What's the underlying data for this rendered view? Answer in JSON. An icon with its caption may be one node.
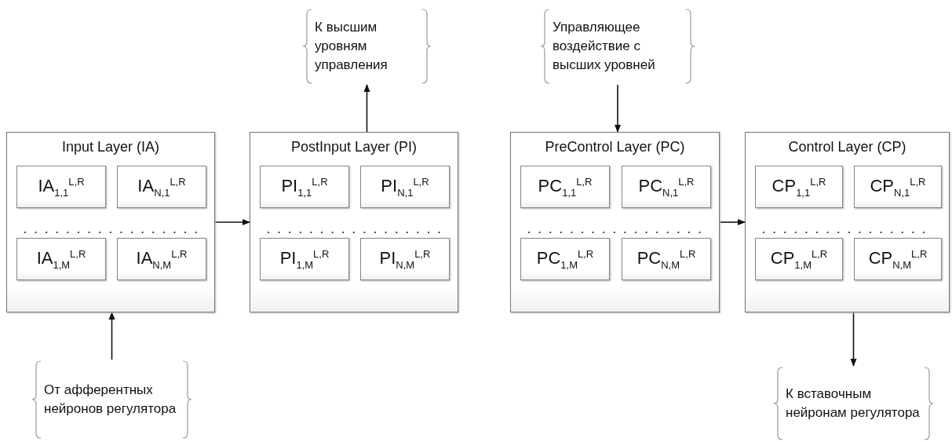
{
  "diagram": {
    "nodes": [
      {
        "text": [
          "К высшим уровням управления"
        ]
      },
      {
        "text": [
          "Управляющее воздействие с высших уровней"
        ]
      },
      {
        "text": [
          "Input Layer (IA)"
        ]
      },
      {
        "text": [
          "IA$_{1,1}$$^{L,R}$"
        ],
        "in": 2
      },
      {
        "text": [
          "IA$_{N,1}$$^{L,R}$"
        ],
        "in": 2
      },
      {
        "text": [
          "IA$_{1,M}$$^{L,R}$"
        ],
        "in": 2
      },
      {
        "text": [
          "IA$_{N,M}$$^{L,R}$"
        ],
        "in": 2
      },
      {
        "text": [
          "PostInput Layer (PI)"
        ]
      },
      {
        "text": [
          "PI$_{1,1}$$^{L,R}$"
        ],
        "in": 7
      },
      {
        "text": [
          "PI$_{N,1}$$^{L,R}$"
        ],
        "in": 7
      },
      {
        "text": [
          "PI$_{1,M}$$^{L,R}$"
        ],
        "in": 7
      },
      {
        "text": [
          "PI$_{N,M}$$^{L,R}$"
        ],
        "in": 7
      },
      {
        "text": [
          "PreControl Layer (PC)"
        ]
      },
      {
        "text": [
          "PC$_{1,1}$$^{L,R}$"
        ],
        "in": 12
      },
      {
        "text": [
          "PC$_{N,1}$$^{L,R}$"
        ],
        "in": 12
      },
      {
        "text": [
          "PC$_{1,M}$$^{L,R}$"
        ],
        "in": 12
      },
      {
        "text": [
          "PC$_{N,M}$$^{L,R}$"
        ],
        "in": 12
      },
      {
        "text": [
          "Control Layer (CP)"
        ]
      },
      {
        "text": [
          "CP$_{1,1}$$^{L,R}$"
        ],
        "in": 17
      },
      {
        "text": [
          "CP$_{N,1}$$^{L,R}$"
        ],
        "in": 17
      },
      {
        "text": [
          "CP$_{1,M}$$^{L,R}$"
        ],
        "in": 17
      },
      {
        "text": [
          "CP$_{N,M}$$^{L,R}$"
        ],
        "in": 17
      },
      {
        "text": [
          "От афферентных нейронов регулятора"
        ]
      },
      {
        "text": [
          "К вставочным нейронам регулятора"
        ]
      }
    ],
    "edges": [
      {
        "from": 22,
        "to": 2,
        "arrow": "to"
      },
      {
        "from": 2,
        "to": 7,
        "arrow": "to"
      },
      {
        "from": 7,
        "to": 0,
        "arrow": "to"
      },
      {
        "from": 1,
        "to": 12,
        "arrow": "to"
      },
      {
        "from": 12,
        "to": 17,
        "arrow": "to"
      },
      {
        "from": 17,
        "to": 23,
        "arrow": "to"
      }
    ]
  }
}
